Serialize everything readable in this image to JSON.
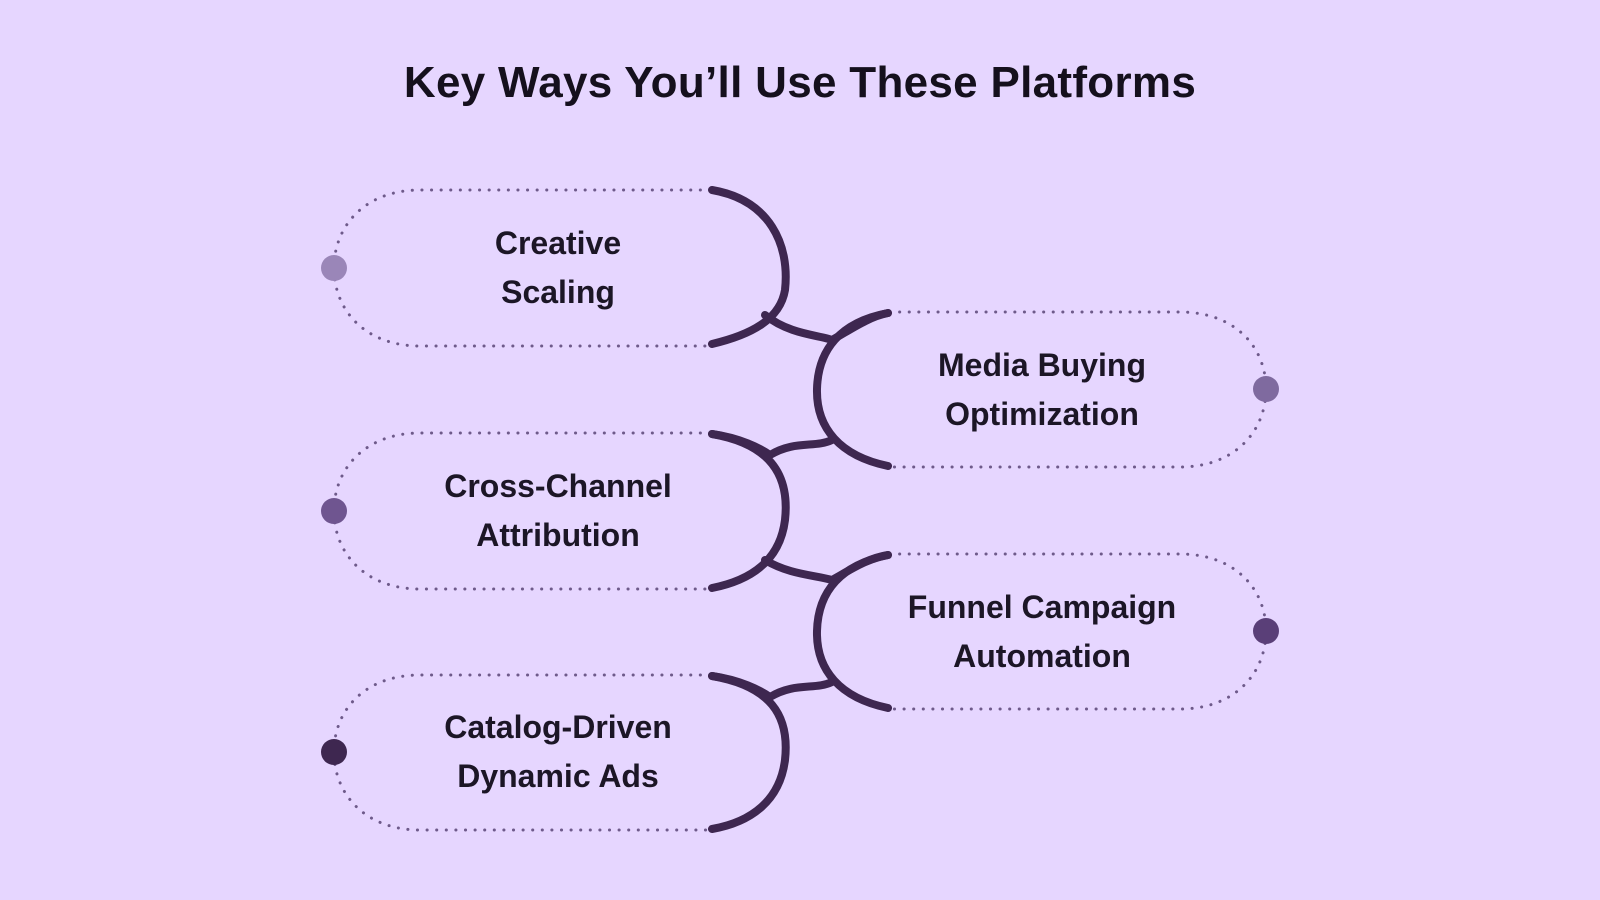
{
  "title": "Key Ways You’ll Use These Platforms",
  "items": [
    {
      "line1": "Creative",
      "line2": "Scaling",
      "side": "left",
      "color": "#9a86b8"
    },
    {
      "line1": "Media Buying",
      "line2": "Optimization",
      "side": "right",
      "color": "#7f6a9f"
    },
    {
      "line1": "Cross-Channel",
      "line2": "Attribution",
      "side": "left",
      "color": "#6f5590"
    },
    {
      "line1": "Funnel Campaign",
      "line2": "Automation",
      "side": "right",
      "color": "#5a3f78"
    },
    {
      "line1": "Catalog-Driven",
      "line2": "Dynamic Ads",
      "side": "left",
      "color": "#3e2750"
    }
  ],
  "colors": {
    "background": "#e6d6ff",
    "spine_top": "#a28fbf",
    "spine_bottom": "#3e2750",
    "dotted": "#6e5a8a",
    "text": "#1c1626"
  }
}
